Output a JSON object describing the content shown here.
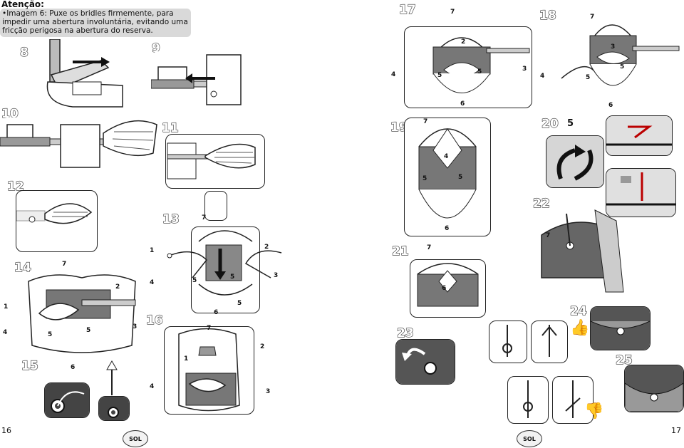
{
  "note": {
    "title": "Atenção:",
    "text": "•Imagem 6: Puxe os bridles firmemente, para impedir uma abertura involuntária, evitando uma fricção perigosa na abertura do reserva."
  },
  "steps": {
    "s8": "8",
    "s9": "9",
    "s10": "10",
    "s11": "11",
    "s12": "12",
    "s13": "13",
    "s14": "14",
    "s15": "15",
    "s16": "16",
    "s17": "17",
    "s18": "18",
    "s19": "19",
    "s20": "20",
    "s21": "21",
    "s22": "22",
    "s23": "23",
    "s24": "24",
    "s25": "25"
  },
  "labels": {
    "n1": "1",
    "n2": "2",
    "n3": "3",
    "n4": "4",
    "n5": "5",
    "n6": "6",
    "n7": "7"
  },
  "pages": {
    "left": "16",
    "right": "17"
  },
  "logo": "SOL"
}
